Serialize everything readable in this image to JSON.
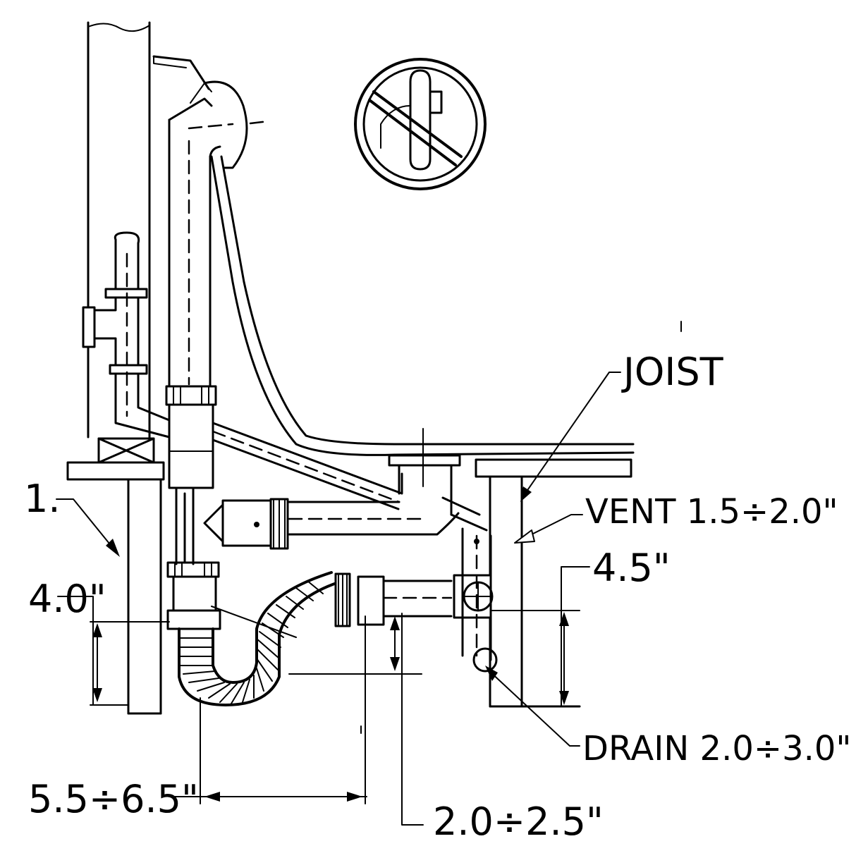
{
  "labels": {
    "joist": "JOIST",
    "vent": "VENT 1.5÷2.0\"",
    "dim_4_5": "4.5\"",
    "dim_4_0": "4.0\"",
    "marker_1": "1.",
    "drain": "DRAIN 2.0÷3.0\"",
    "dim_5_5_6_5": "5.5÷6.5\"",
    "dim_2_0_2_5": "2.0÷2.5\""
  },
  "colors": {
    "ink": "#000000",
    "paper": "#ffffff"
  },
  "icons": {
    "prohibition": "no-overflow-sign-icon"
  }
}
